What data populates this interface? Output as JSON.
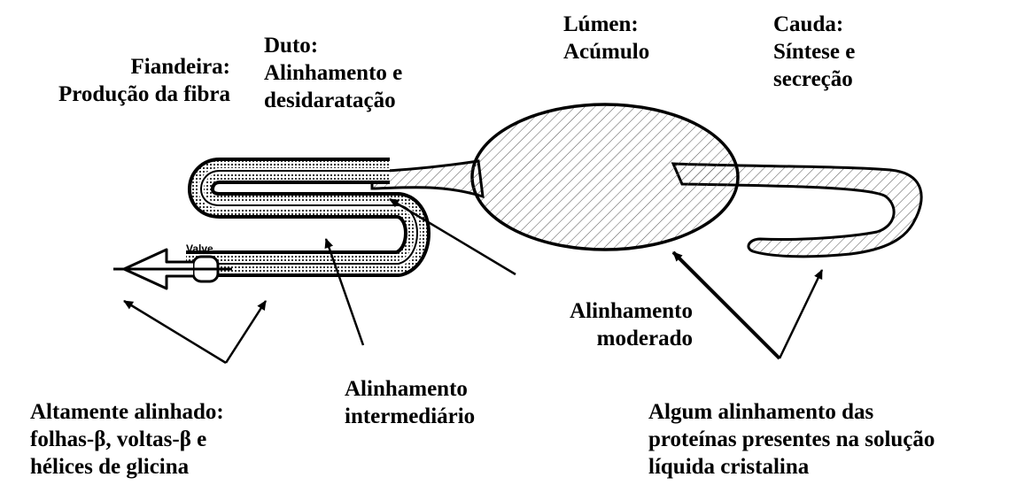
{
  "labels": {
    "spinneret": "Fiandeira:\nProdução da fibra",
    "duct": "Duto:\nAlinhamento e\ndesidaratação",
    "lumen": "Lúmen:\nAcúmulo",
    "tail": "Cauda:\nSíntese e\nsecreção",
    "moderate": "Alinhamento\nmoderado",
    "intermediate": "Alinhamento\nintermediário",
    "high": "Altamente alinhado:\nfolhas-β, voltas-β e\nhélices de glicina",
    "some": "Algum alinhamento das\nproteínas presentes na solução\nlíquida cristalina"
  },
  "valve_label": "Valve",
  "colors": {
    "ink": "#000000",
    "background": "#ffffff"
  }
}
